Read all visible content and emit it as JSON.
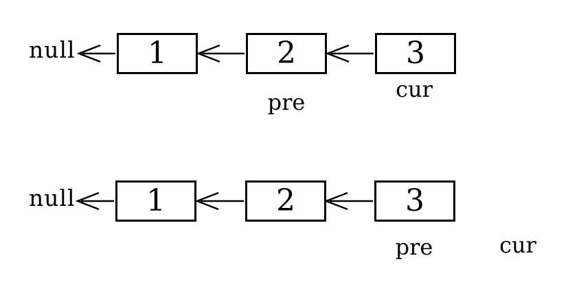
{
  "colors": {
    "background": "#ffffff",
    "ink": "#000000"
  },
  "diagram": {
    "rows": [
      {
        "null_label": "null",
        "nodes": [
          "1",
          "2",
          "3"
        ],
        "pre_label": "pre",
        "cur_label": "cur",
        "pre_position": "below node 2",
        "cur_position": "below node 3"
      },
      {
        "null_label": "null",
        "nodes": [
          "1",
          "2",
          "3"
        ],
        "pre_label": "pre",
        "cur_label": "cur",
        "pre_position": "below node 3",
        "cur_position": "right of node 3"
      }
    ]
  }
}
